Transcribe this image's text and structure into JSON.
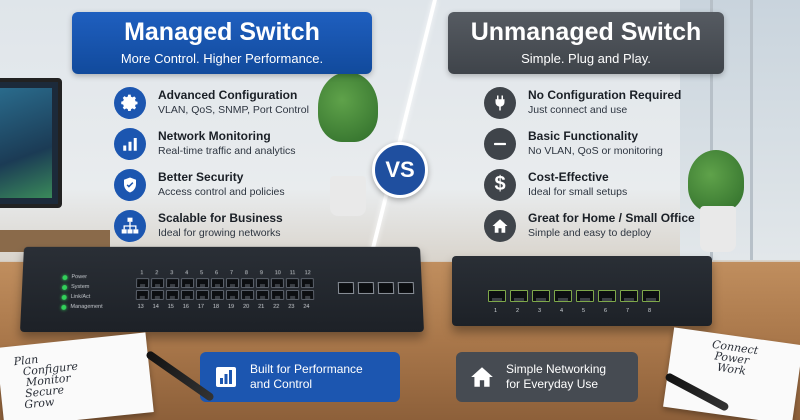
{
  "managed": {
    "title": "Managed Switch",
    "subtitle": "More Control. Higher Performance.",
    "features": [
      {
        "title": "Advanced Configuration",
        "desc": "VLAN, QoS, SNMP, Port Control",
        "icon": "gear-icon"
      },
      {
        "title": "Network Monitoring",
        "desc": "Real-time traffic and analytics",
        "icon": "bar-chart-icon"
      },
      {
        "title": "Better Security",
        "desc": "Access control and policies",
        "icon": "shield-icon"
      },
      {
        "title": "Scalable for Business",
        "desc": "Ideal for growing networks",
        "icon": "hierarchy-icon"
      }
    ],
    "callout_line1": "Built for Performance",
    "callout_line2": "and Control",
    "leds": [
      "Power",
      "System",
      "Link/Act",
      "Management"
    ],
    "port_top": [
      "1",
      "2",
      "3",
      "4",
      "5",
      "6",
      "7",
      "8",
      "9",
      "10",
      "11",
      "12"
    ],
    "port_bottom": [
      "13",
      "14",
      "15",
      "16",
      "17",
      "18",
      "19",
      "20",
      "21",
      "22",
      "23",
      "24"
    ],
    "accent": "#1c56b0"
  },
  "unmanaged": {
    "title": "Unmanaged Switch",
    "subtitle": "Simple. Plug and Play.",
    "features": [
      {
        "title": "No Configuration Required",
        "desc": "Just connect and use",
        "icon": "plug-icon"
      },
      {
        "title": "Basic Functionality",
        "desc": "No VLAN, QoS or monitoring",
        "icon": "minus-icon"
      },
      {
        "title": "Cost-Effective",
        "desc": "Ideal for small setups",
        "icon": "dollar-icon"
      },
      {
        "title": "Great for Home / Small Office",
        "desc": "Simple and easy to deploy",
        "icon": "house-icon"
      }
    ],
    "callout_line1": "Simple Networking",
    "callout_line2": "for Everyday Use",
    "ports": [
      "1",
      "2",
      "3",
      "4",
      "5",
      "6",
      "7",
      "8"
    ],
    "accent": "#464b52"
  },
  "vs_label": "VS",
  "note_left": [
    "Plan",
    "Configure",
    "Monitor",
    "Secure",
    "Grow"
  ],
  "note_right": [
    "Connect",
    "Power",
    "Work"
  ]
}
